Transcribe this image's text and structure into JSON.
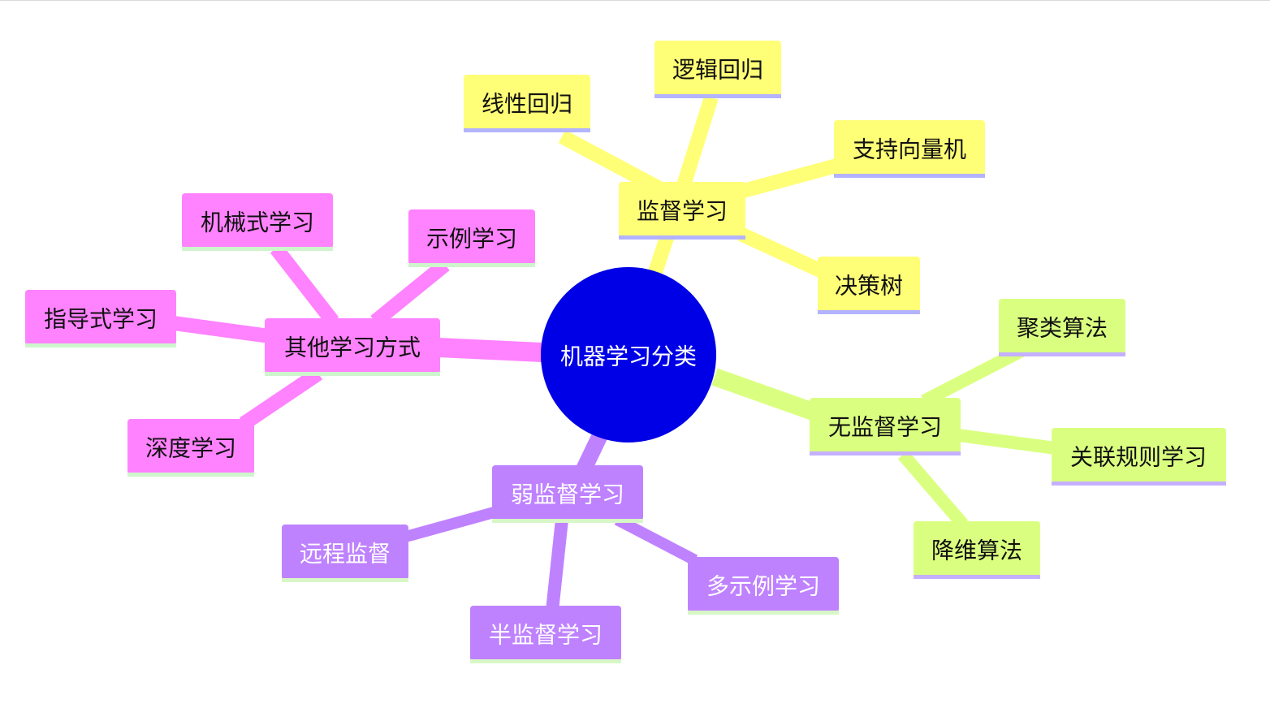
{
  "colors": {
    "yellow": "#ffff77",
    "yellow_under": "#b3b3ff",
    "green": "#daff80",
    "green_under": "#c5b0ff",
    "purple": "#bf82ff",
    "purple_under": "#d8f7c7",
    "pink": "#ff82ff",
    "pink_under": "#cef5cc",
    "root": "#0000e6",
    "text_dark": "#111111",
    "text_light": "#ffffff"
  },
  "root": {
    "label": "机器学习分类"
  },
  "branches": {
    "supervised": {
      "label": "监督学习",
      "children": [
        "线性回归",
        "逻辑回归",
        "支持向量机",
        "决策树"
      ]
    },
    "unsupervised": {
      "label": "无监督学习",
      "children": [
        "聚类算法",
        "关联规则学习",
        "降维算法"
      ]
    },
    "weak": {
      "label": "弱监督学习",
      "children": [
        "远程监督",
        "半监督学习",
        "多示例学习"
      ]
    },
    "other": {
      "label": "其他学习方式",
      "children": [
        "机械式学习",
        "示例学习",
        "指导式学习",
        "深度学习"
      ]
    }
  }
}
